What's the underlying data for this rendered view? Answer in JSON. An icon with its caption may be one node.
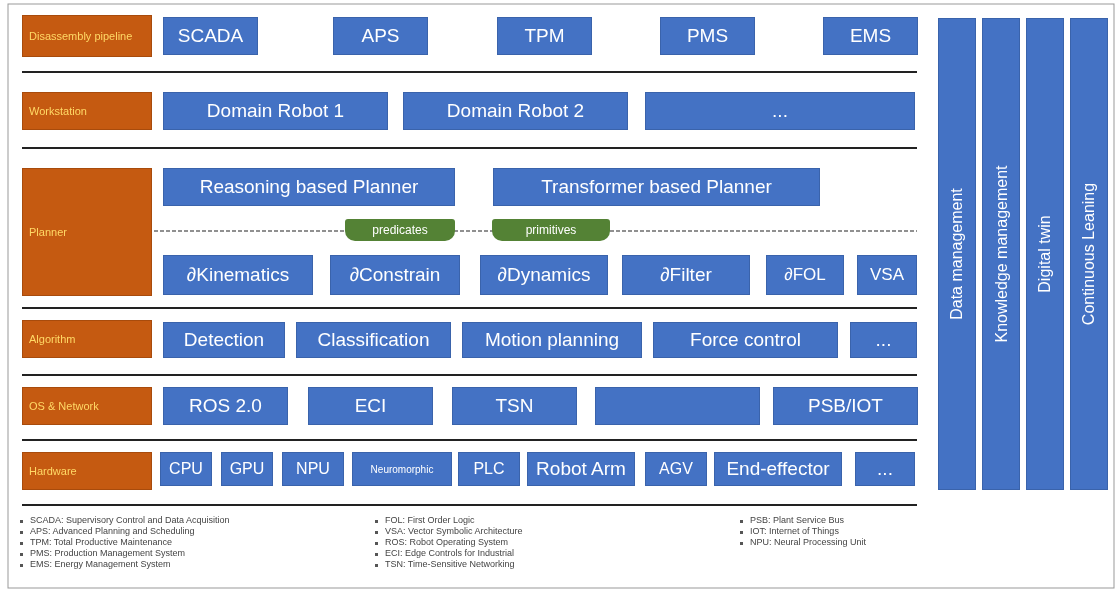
{
  "diagram": {
    "nodes": [
      {
        "text": [
          "Disassembly pipeline"
        ]
      },
      {
        "text": [
          "SCADA"
        ]
      },
      {
        "text": [
          "APS"
        ]
      },
      {
        "text": [
          "TPM"
        ]
      },
      {
        "text": [
          "PMS"
        ]
      },
      {
        "text": [
          "EMS"
        ]
      },
      {
        "text": [
          "Workstation"
        ]
      },
      {
        "text": [
          "Domain Robot 1"
        ]
      },
      {
        "text": [
          "Domain Robot 2"
        ]
      },
      {
        "text": [
          "..."
        ]
      },
      {
        "text": [
          "Planner"
        ]
      },
      {
        "text": [
          "Reasoning based Planner"
        ]
      },
      {
        "text": [
          "Transformer based Planner"
        ]
      },
      {
        "text": [
          "predicates"
        ]
      },
      {
        "text": [
          "primitives"
        ]
      },
      {
        "text": [
          "∂Kinematics"
        ]
      },
      {
        "text": [
          "∂Constrain"
        ]
      },
      {
        "text": [
          "∂Dynamics"
        ]
      },
      {
        "text": [
          "∂Filter"
        ]
      },
      {
        "text": [
          "∂FOL"
        ]
      },
      {
        "text": [
          "VSA"
        ]
      },
      {
        "text": [
          "Algorithm"
        ]
      },
      {
        "text": [
          "Detection"
        ]
      },
      {
        "text": [
          "Classification"
        ]
      },
      {
        "text": [
          "Motion planning"
        ]
      },
      {
        "text": [
          "Force control"
        ]
      },
      {
        "text": [
          "..."
        ]
      },
      {
        "text": [
          "OS & Network"
        ]
      },
      {
        "text": [
          "ROS 2.0"
        ]
      },
      {
        "text": [
          "ECI"
        ]
      },
      {
        "text": [
          "TSN"
        ]
      },
      {
        "text": [],
        "shape": "box"
      },
      {
        "text": [
          "PSB/IOT"
        ]
      },
      {
        "text": [
          "Hardware"
        ]
      },
      {
        "text": [
          "CPU"
        ]
      },
      {
        "text": [
          "GPU"
        ]
      },
      {
        "text": [
          "NPU"
        ]
      },
      {
        "text": [
          "Neuromorphic"
        ]
      },
      {
        "text": [
          "PLC"
        ]
      },
      {
        "text": [
          "Robot Arm"
        ]
      },
      {
        "text": [
          "AGV"
        ]
      },
      {
        "text": [
          "End-effector"
        ]
      },
      {
        "text": [
          "..."
        ]
      },
      {
        "text": [
          "Data management"
        ]
      },
      {
        "text": [
          "Knowledge management"
        ]
      },
      {
        "text": [
          "Digital twin"
        ]
      },
      {
        "text": [
          "Continuous Leaning"
        ]
      }
    ],
    "labels": [
      "SCADA: Supervisory Control and Data Acquisition",
      "APS: Advanced Planning and Scheduling",
      "TPM: Total Productive Maintenance",
      "PMS: Production Management System",
      "EMS: Energy Management System",
      "FOL: First Order Logic",
      "VSA: Vector Symbolic Architecture",
      "ROS: Robot Operating System",
      "ECI: Edge Controls for Industrial",
      "TSN: Time-Sensitive Networking",
      "PSB: Plant Service Bus",
      "IOT: Internet of Things",
      "NPU: Neural Processing Unit"
    ]
  }
}
